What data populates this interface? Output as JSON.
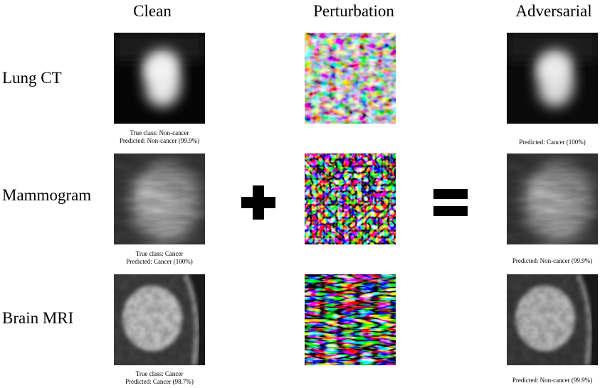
{
  "columns": {
    "clean": "Clean",
    "perturbation": "Perturbation",
    "adversarial": "Adversarial"
  },
  "rows": [
    {
      "label": "Lung CT",
      "clean_caption": [
        "True class: Non-cancer",
        "Predicted: Non-cancer (99.9%)"
      ],
      "adversarial_caption": [
        "Predicted: Cancer (100%)"
      ]
    },
    {
      "label": "Mammogram",
      "clean_caption": [
        "True class: Cancer",
        "Predicted: Cancer (100%)"
      ],
      "adversarial_caption": [
        "Predicted: Non-cancer (99.9%)"
      ]
    },
    {
      "label": "Brain MRI",
      "clean_caption": [
        "True class: Cancer",
        "Predicted: Cancer (98.7%)"
      ],
      "adversarial_caption": [
        "Predicted: Non-cancer (99.9%)"
      ]
    }
  ],
  "operators": {
    "plus": "plus-sign",
    "equals": "equals-sign"
  }
}
